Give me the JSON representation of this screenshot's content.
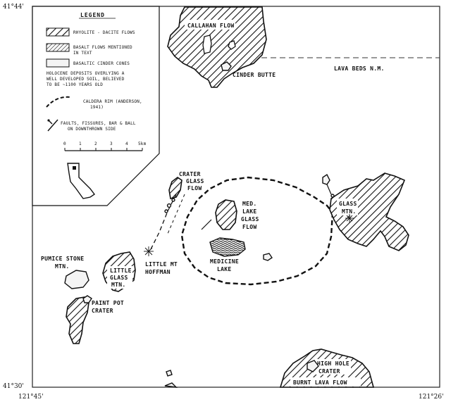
{
  "coordinates": {
    "top_left": "41°44'",
    "bottom_left": "41°30'",
    "bottom_left_lon": "121°45'",
    "bottom_right_lon": "121°26'"
  },
  "legend": {
    "title": "LEGEND",
    "rhyolite": "RHYOLITE - DACITE FLOWS",
    "basalt_line1": "BASALT FLOWS MENTIONED",
    "basalt_line2": "IN TEXT",
    "cinder": "BASALTIC CINDER CONES",
    "holocene_line1": "HOLOCENE DEPOSITS OVERLYING A",
    "holocene_line2": "WELL DEVELOPED SOIL, BELIEVED",
    "holocene_line3": "TO BE ~1100 YEARS OLD",
    "caldera_line1": "CALDERA RIM (ANDERSON,",
    "caldera_line2": "1941)",
    "faults_line1": "FAULTS, FISSURES, BAR & BALL",
    "faults_line2": "ON DOWNTHROWN SIDE",
    "scale_ticks": [
      "0",
      "1",
      "2",
      "3",
      "4",
      "5km"
    ]
  },
  "labels": {
    "callahan": "CALLAHAN FLOW",
    "lava_beds": "LAVA BEDS  N.M.",
    "cinder_butte": "CINDER BUTTE",
    "crater_glass_1": "CRATER",
    "crater_glass_2": "GLASS",
    "crater_glass_3": "FLOW",
    "med_lake_1": "MED.",
    "med_lake_2": "LAKE",
    "med_lake_3": "GLASS",
    "med_lake_4": "FLOW",
    "glass_mtn_1": "GLASS",
    "glass_mtn_2": "MTN.",
    "little_hoffman_1": "LITTLE MT",
    "little_hoffman_2": "HOFFMAN",
    "medicine_lake_1": "MEDICINE",
    "medicine_lake_2": "LAKE",
    "pumice_1": "PUMICE STONE",
    "pumice_2": "MTN.",
    "little_glass_1": "LITTLE",
    "little_glass_2": "GLASS",
    "little_glass_3": "MTN.",
    "paint_pot_1": "PAINT POT",
    "paint_pot_2": "CRATER",
    "high_hole_1": "HIGH HOLE",
    "high_hole_2": "CRATER",
    "burnt_lava": "BURNT LAVA FLOW"
  }
}
